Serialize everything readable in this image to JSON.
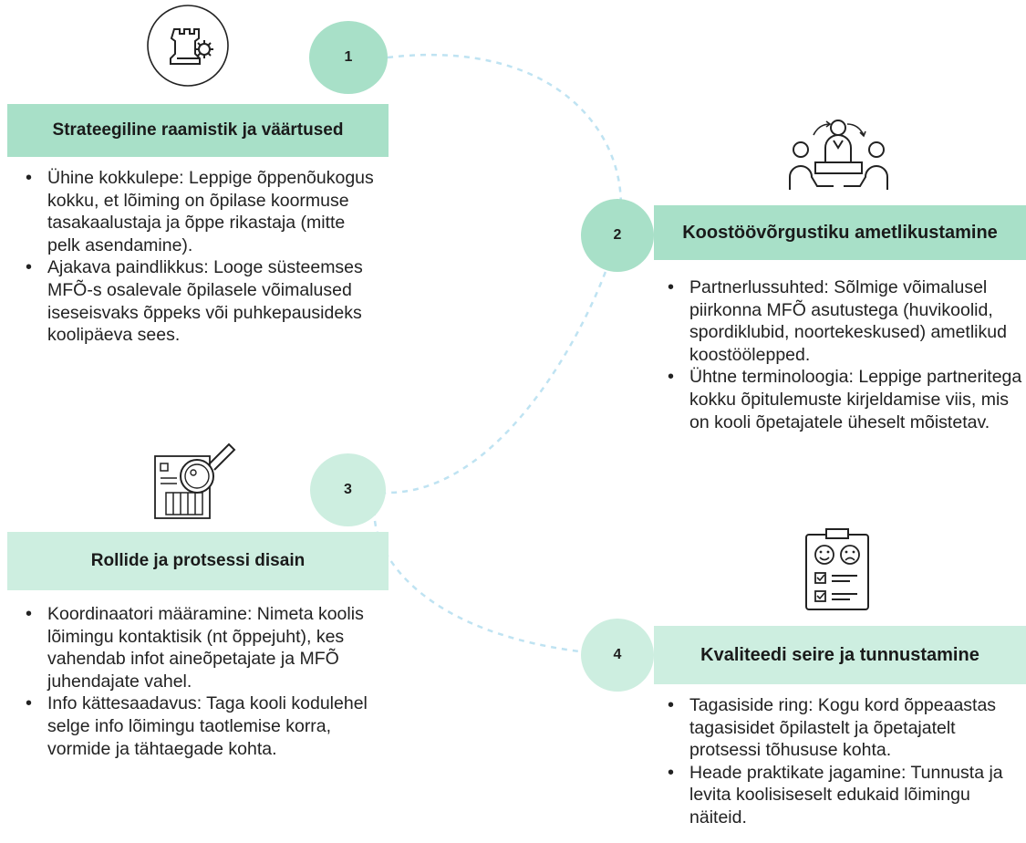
{
  "colors": {
    "circle_dark": "#a8e0c8",
    "circle_light": "#cdeee0",
    "band_dark": "#a8e0c8",
    "band_light": "#cdeee0",
    "dashed_line": "#bfe3f2"
  },
  "steps": [
    {
      "number": "1",
      "title": "Strateegiline raamistik ja väärtused",
      "icon": "chess-rook-gear-icon",
      "bullets": [
        "Ühine kokkulepe: Leppige õppenõukogus kokku, et  lõiming on õpilase koormuse tasakaalustaja ja õppe rikastaja (mitte pelk asendamine).",
        "Ajakava paindlikkus: Looge süsteemses MFÕ-s osalevale õpilasele võimalused iseseisvaks õppeks või puhkepausideks koolipäeva sees."
      ]
    },
    {
      "number": "2",
      "title": "Koostöövõrgustiku ametlikustamine",
      "icon": "team-meeting-icon",
      "bullets": [
        "Partnerlussuhted: Sõlmige võimalusel piirkonna MFÕ asutustega (huvikoolid, spordiklubid, noortekeskused) ametlikud koostöölepped.",
        "Ühtne terminoloogia: Leppige partneritega kokku õpitulemuste kirjeldamise viis, mis on kooli õpetajatele üheselt mõistetav."
      ]
    },
    {
      "number": "3",
      "title": "Rollide ja protsessi disain",
      "icon": "magnifier-document-icon",
      "bullets": [
        "Koordinaatori määramine: Nimeta koolis lõimingu kontaktisik (nt õppejuht), kes vahendab infot aineõpetajate ja MFÕ juhendajate vahel.",
        "Info kättesaadavus: Taga kooli kodulehel selge info lõimingu taotlemise korra, vormide ja tähtaegade kohta."
      ]
    },
    {
      "number": "4",
      "title": "Kvaliteedi seire ja tunnustamine",
      "icon": "feedback-clipboard-icon",
      "bullets": [
        "Tagasiside ring: Kogu kord õppeaastas tagasisidet õpilastelt ja õpetajatelt protsessi tõhususe kohta.",
        "Heade praktikate jagamine: Tunnusta ja levita koolisiseselt edukaid lõimingu näiteid."
      ]
    }
  ]
}
